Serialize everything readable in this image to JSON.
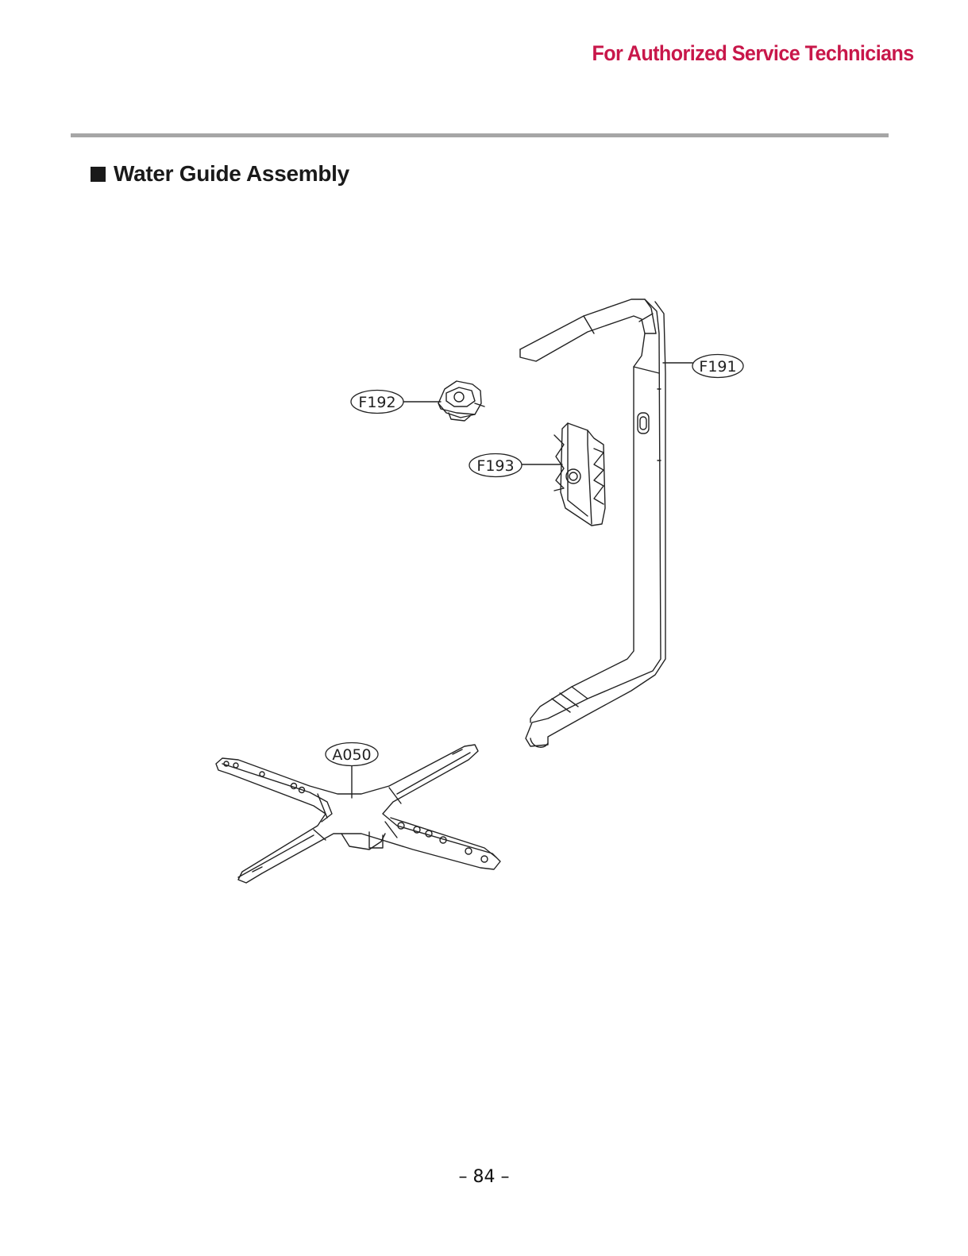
{
  "header": {
    "banner": "For Authorized Service Technicians"
  },
  "section": {
    "title": "Water Guide Assembly"
  },
  "callouts": {
    "f191": "F191",
    "f192": "F192",
    "f193": "F193",
    "a050": "A050"
  },
  "footer": {
    "page_number": "– 84 –"
  }
}
